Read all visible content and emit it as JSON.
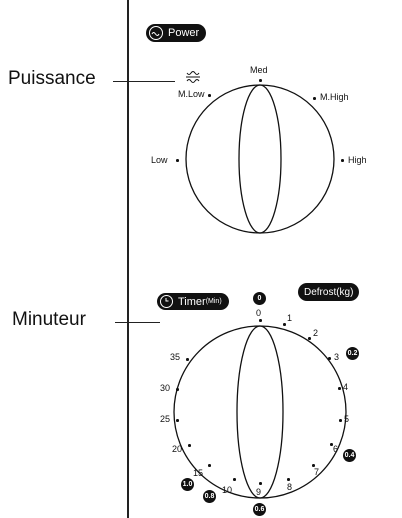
{
  "callouts": {
    "power_label": "Puissance",
    "timer_label": "Minuteur"
  },
  "power": {
    "pill_label": "Power",
    "levels": [
      "Low",
      "M.Low",
      "Med",
      "M.High",
      "High"
    ]
  },
  "timer": {
    "pill_label": "Timer",
    "pill_unit": "(Min)",
    "defrost_label": "Defrost(kg)",
    "minutes": [
      "0",
      "1",
      "2",
      "3",
      "4",
      "5",
      "6",
      "7",
      "8",
      "9",
      "10",
      "15",
      "20",
      "25",
      "30",
      "35"
    ],
    "defrost_badges": [
      "0",
      "0.2",
      "0.4",
      "0.6",
      "0.8",
      "1.0"
    ]
  }
}
